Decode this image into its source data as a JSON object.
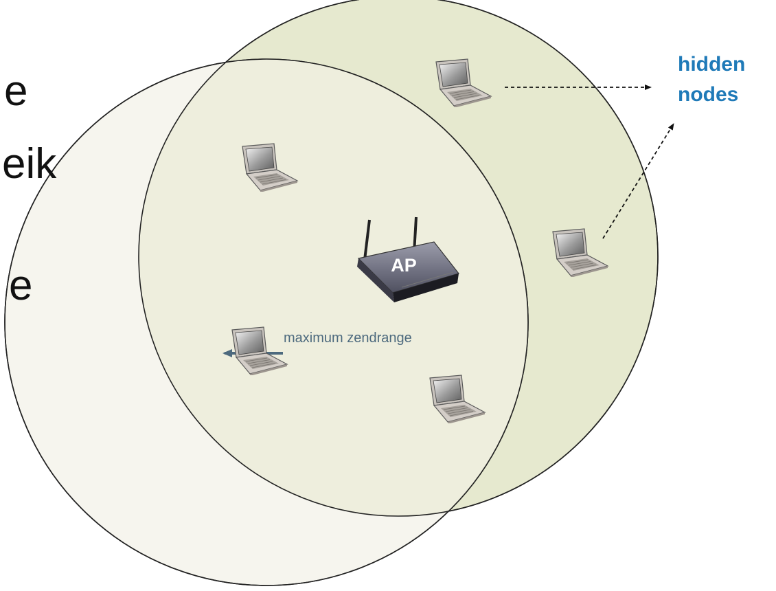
{
  "slide_text_fragments": [
    "e",
    "eik",
    "e"
  ],
  "labels": {
    "hidden_nodes_line1": "hidden",
    "hidden_nodes_line2": "nodes",
    "range_label": "maximum zendrange",
    "access_point": "AP"
  },
  "icons": {
    "laptop": "laptop-icon",
    "router": "wireless-router-icon"
  },
  "colors": {
    "coverage_right": "#e6e9cf",
    "coverage_left": "#f6f5ee",
    "overlap": "#eeeedd",
    "hidden_label": "#1f7ab8",
    "range_arrow": "#4d6a7e",
    "outline": "#222222"
  }
}
